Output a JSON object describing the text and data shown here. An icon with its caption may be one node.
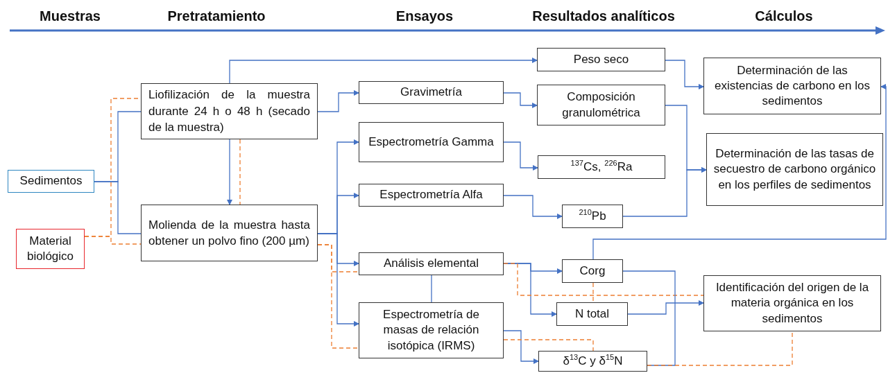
{
  "diagram": {
    "nodes": [
      {
        "text": [
          "Sedimentos"
        ]
      },
      {
        "text": [
          "Material biológico"
        ]
      },
      {
        "text": [
          "Liofilización de la muestra durante 24 h o 48 h (secado de la muestra)"
        ]
      },
      {
        "text": [
          "Molienda de la muestra hasta obtener un polvo fino (200 µm)"
        ]
      },
      {
        "text": [
          "Gravimetría"
        ]
      },
      {
        "text": [
          "Espectrometría Gamma"
        ]
      },
      {
        "text": [
          "Espectrometría Alfa"
        ]
      },
      {
        "text": [
          "Análisis elemental"
        ]
      },
      {
        "text": [
          "Espectrometría de masas de relación isotópica (IRMS)"
        ]
      },
      {
        "text": [
          "Peso seco"
        ]
      },
      {
        "text": [
          "Composición granulométrica"
        ]
      },
      {
        "text": [
          "$^{137}$Cs, $^{226}$Ra"
        ]
      },
      {
        "text": [
          "$^{210}$Pb"
        ]
      },
      {
        "text": [
          "Corg"
        ]
      },
      {
        "text": [
          "N total"
        ]
      },
      {
        "text": [
          "δ$^{13}$C y δ$^{15}$N"
        ]
      },
      {
        "text": [
          "Determinación de las existencias de carbono en los sedimentos"
        ]
      },
      {
        "text": [
          "Determinación de las tasas de secuestro de carbono orgánico en los perfiles de sedimentos"
        ]
      },
      {
        "text": [
          "Identificación del origen de la materia orgánica en los sedimentos"
        ]
      }
    ],
    "edges": [
      {
        "from": 0,
        "to": 2,
        "arrow": "none"
      },
      {
        "from": 0,
        "to": 3,
        "arrow": "none"
      },
      {
        "from": 1,
        "to": 2,
        "arrow": "none",
        "style": "dashed",
        "color": "#ed7d31"
      },
      {
        "from": 1,
        "to": 3,
        "arrow": "none",
        "style": "dashed",
        "color": "#ed7d31"
      },
      {
        "from": 2,
        "to": 3,
        "arrow": "to"
      },
      {
        "from": 2,
        "to": 3,
        "arrow": "none",
        "style": "dashed",
        "color": "#ed7d31"
      },
      {
        "from": 2,
        "to": 9,
        "arrow": "to"
      },
      {
        "from": 2,
        "to": 4,
        "arrow": "to"
      },
      {
        "from": 3,
        "to": 5,
        "arrow": "to"
      },
      {
        "from": 3,
        "to": 6,
        "arrow": "to"
      },
      {
        "from": 3,
        "to": 7,
        "arrow": "to"
      },
      {
        "from": 3,
        "to": 8,
        "arrow": "to"
      },
      {
        "from": 3,
        "to": 7,
        "arrow": "none",
        "style": "dashed",
        "color": "#ed7d31"
      },
      {
        "from": 3,
        "to": 8,
        "arrow": "none",
        "style": "dashed",
        "color": "#ed7d31"
      },
      {
        "from": 4,
        "to": 10,
        "arrow": "to"
      },
      {
        "from": 5,
        "to": 11,
        "arrow": "to"
      },
      {
        "from": 6,
        "to": 12,
        "arrow": "to"
      },
      {
        "from": 7,
        "to": 8,
        "arrow": "none"
      },
      {
        "from": 7,
        "to": 13,
        "arrow": "to"
      },
      {
        "from": 7,
        "to": 14,
        "arrow": "to"
      },
      {
        "from": 7,
        "to": 18,
        "arrow": "none",
        "style": "dashed",
        "color": "#ed7d31"
      },
      {
        "from": 8,
        "to": 15,
        "arrow": "to"
      },
      {
        "from": 8,
        "to": 15,
        "arrow": "none",
        "style": "dashed",
        "color": "#ed7d31"
      },
      {
        "from": 9,
        "to": 16,
        "arrow": "to"
      },
      {
        "from": 10,
        "to": 17,
        "arrow": "to"
      },
      {
        "from": 12,
        "to": 17,
        "arrow": "to"
      },
      {
        "from": 13,
        "to": 16,
        "arrow": "to"
      },
      {
        "from": 13,
        "to": 14,
        "arrow": "none",
        "style": "dashed",
        "color": "#ed7d31"
      },
      {
        "from": 13,
        "to": 15,
        "arrow": "none"
      },
      {
        "from": 14,
        "to": 18,
        "arrow": "to"
      },
      {
        "from": 15,
        "to": 18,
        "arrow": "none",
        "style": "dashed",
        "color": "#ed7d31"
      }
    ],
    "labels": [
      "Muestras",
      "Pretratamiento",
      "Ensayos",
      "Resultados analíticos",
      "Cálculos"
    ]
  }
}
